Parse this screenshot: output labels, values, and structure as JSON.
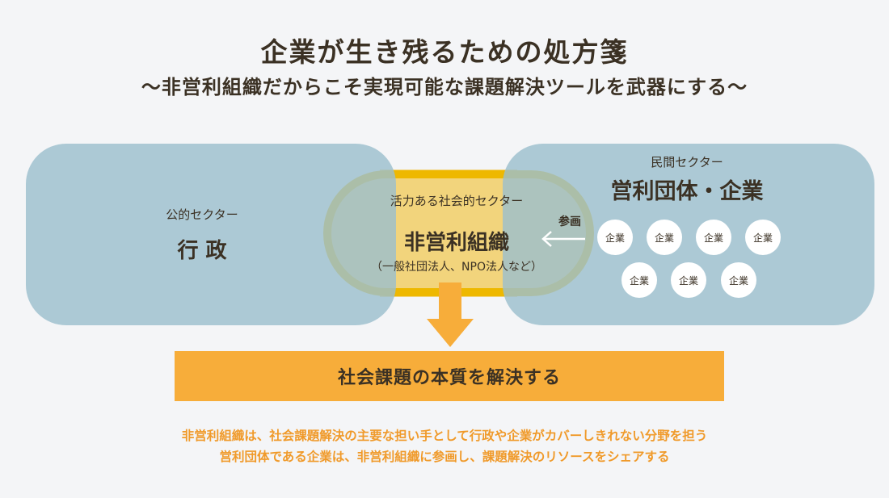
{
  "title": "企業が生き残るための処方箋",
  "subtitle": "〜非営利組織だからこそ実現可能な課題解決ツールを武器にする〜",
  "public": {
    "sector": "公的セクター",
    "name": "行 政"
  },
  "nonprofit": {
    "sector": "活力ある社会的セクター",
    "name": "非営利組織",
    "examples": "（一般社団法人、NPO法人など）"
  },
  "private": {
    "sector": "民間セクター",
    "name": "営利団体・企業",
    "participation": "参画",
    "companies": [
      "企業",
      "企業",
      "企業",
      "企業",
      "企業",
      "企業",
      "企業"
    ]
  },
  "banner": "社会課題の本質を解決する",
  "notes": [
    "非営利組織は、社会課題解決の主要な担い手として行政や企業がカバーしきれない分野を担う",
    "営利団体である企業は、非営利組織に参画し、課題解決のリソースをシェアする"
  ],
  "colors": {
    "blue": "#a9c8d3",
    "yellow": "#f2d47c",
    "gold": "#eeb800",
    "orange": "#f7ad3a",
    "note": "#f09a2a"
  }
}
